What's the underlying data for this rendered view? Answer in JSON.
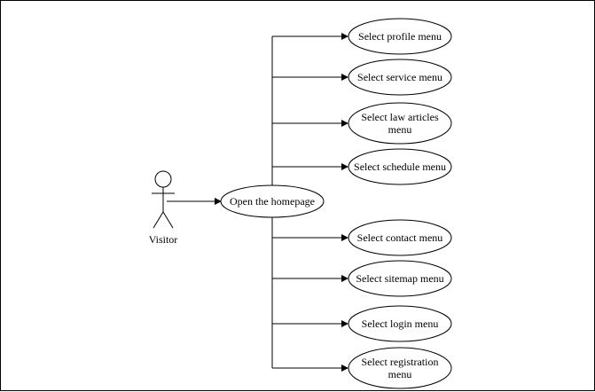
{
  "diagram": {
    "actor": {
      "label": "Visitor"
    },
    "main_use_case": {
      "label": "Open the homepage"
    },
    "use_cases": [
      {
        "id": "profile",
        "lines": [
          "Select profile menu"
        ]
      },
      {
        "id": "service",
        "lines": [
          "Select service menu"
        ]
      },
      {
        "id": "law-articles",
        "lines": [
          "Select law articles",
          "menu"
        ]
      },
      {
        "id": "schedule",
        "lines": [
          "Select schedule menu"
        ]
      },
      {
        "id": "contact",
        "lines": [
          "Select contact menu"
        ]
      },
      {
        "id": "sitemap",
        "lines": [
          "Select sitemap menu"
        ]
      },
      {
        "id": "login",
        "lines": [
          "Select login menu"
        ]
      },
      {
        "id": "registration",
        "lines": [
          "Select registration",
          "menu"
        ]
      }
    ]
  }
}
